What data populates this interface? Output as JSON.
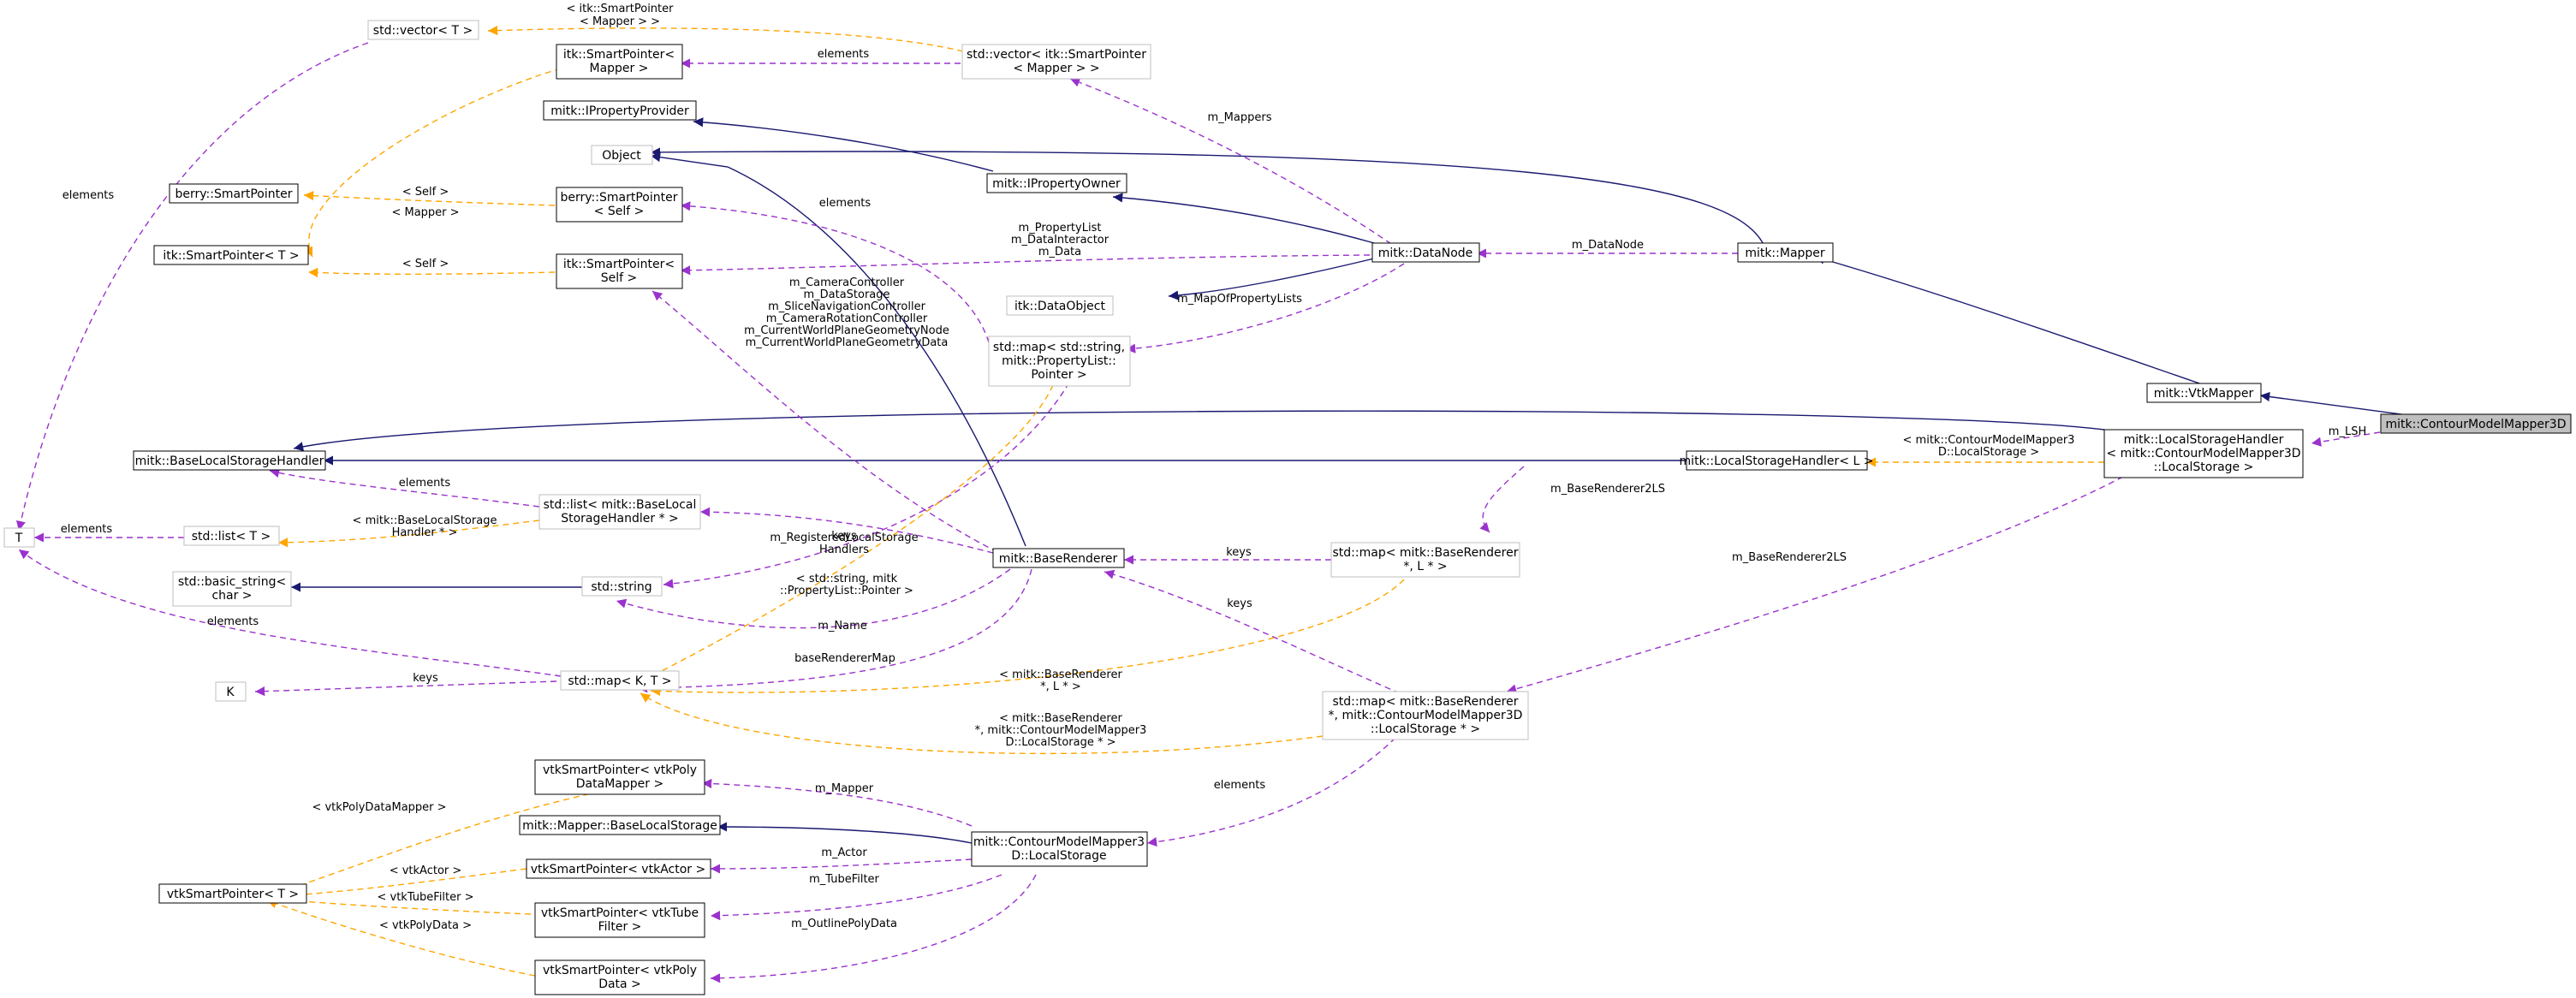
{
  "colors": {
    "inheritance": "#191970",
    "usage": "#9a32cd",
    "template": "#ffa500",
    "node_border": "#000000",
    "node_border_light": "#bfbfbf",
    "highlight_fill": "#bfbfbf"
  },
  "nodes": {
    "contour_model_mapper_3d": "mitk::ContourModelMapper3D",
    "vtk_mapper": "mitk::VtkMapper",
    "mapper": "mitk::Mapper",
    "data_node": "mitk::DataNode",
    "iproperty_owner": "mitk::IPropertyOwner",
    "iproperty_provider": "mitk::IPropertyProvider",
    "object": "Object",
    "data_object": "itk::DataObject",
    "berry_smart_pointer": "berry::SmartPointer",
    "berry_smart_pointer_self": [
      "berry::SmartPointer",
      "< Self >"
    ],
    "itk_smart_pointer_t": "itk::SmartPointer< T >",
    "itk_smart_pointer_self": [
      "itk::SmartPointer<",
      "Self >"
    ],
    "itk_smart_pointer_mapper": [
      "itk::SmartPointer<",
      "Mapper >"
    ],
    "std_vector_t": "std::vector< T >",
    "std_vector_smartpointer": [
      "std::vector< itk::SmartPointer",
      "< Mapper > >"
    ],
    "std_map_property_list": [
      "std::map< std::string,",
      "mitk::PropertyList::",
      "Pointer >"
    ],
    "base_local_storage_handler": "mitk::BaseLocalStorageHandler",
    "local_storage_handler_l": "mitk::LocalStorageHandler< L >",
    "local_storage_handler_contour": [
      "mitk::LocalStorageHandler",
      "< mitk::ContourModelMapper3D",
      "::LocalStorage >"
    ],
    "t": "T",
    "std_list_t": "std::list< T >",
    "std_list_base_local": [
      "std::list< mitk::BaseLocal",
      "StorageHandler * >"
    ],
    "std_basic_string": [
      "std::basic_string<",
      "char >"
    ],
    "std_string": "std::string",
    "base_renderer": "mitk::BaseRenderer",
    "std_map_base_renderer_l": [
      "std::map< mitk::BaseRenderer",
      "*, L * >"
    ],
    "k": "K",
    "std_map_k_t": "std::map< K, T >",
    "std_map_base_renderer_contour": [
      "std::map< mitk::BaseRenderer",
      "*, mitk::ContourModelMapper3D",
      "::LocalStorage * >"
    ],
    "vtk_smart_pointer_poly_data_mapper": [
      "vtkSmartPointer< vtkPoly",
      "DataMapper >"
    ],
    "mapper_base_local_storage": "mitk::Mapper::BaseLocalStorage",
    "vtk_smart_pointer_actor": "vtkSmartPointer< vtkActor >",
    "vtk_smart_pointer_tube_filter": [
      "vtkSmartPointer< vtkTube",
      "Filter >"
    ],
    "vtk_smart_pointer_poly_data": [
      "vtkSmartPointer< vtkPoly",
      "Data >"
    ],
    "vtk_smart_pointer_t": "vtkSmartPointer< T >",
    "contour_local_storage": [
      "mitk::ContourModelMapper3",
      "D::LocalStorage"
    ]
  },
  "edge_labels": {
    "smart_pointer_mapper_tmpl": [
      "< itk::SmartPointer",
      "< Mapper > >"
    ],
    "elements_vector": "elements",
    "m_mappers": "m_Mappers",
    "self_berry": "< Self >",
    "mapper_tmpl": "< Mapper >",
    "self_itk": "< Self >",
    "elements_berry": "elements",
    "data_node_members": [
      "m_PropertyList",
      "m_DataInteractor",
      "m_Data"
    ],
    "m_data_node": "m_DataNode",
    "renderer_members": [
      "m_CameraController",
      "m_DataStorage",
      "m_SliceNavigationController",
      "m_CameraRotationController",
      "m_CurrentWorldPlaneGeometryNode",
      "m_CurrentWorldPlaneGeometryData"
    ],
    "m_map_of_property_lists": "m_MapOfPropertyLists",
    "elements_t_vector": "elements",
    "m_lsh": "m_LSH",
    "local_storage_tmpl": [
      "< mitk::ContourModelMapper3",
      "D::LocalStorage >"
    ],
    "elements_list": "elements",
    "base_local_tmpl": [
      "< mitk::BaseLocalStorage",
      "Handler * >"
    ],
    "elements_t_list": "elements",
    "m_registered": [
      "m_RegisteredLocalStorage",
      "Handlers"
    ],
    "keys_string": "keys",
    "m_base_renderer_2ls_1": "m_BaseRenderer2LS",
    "m_base_renderer_2ls_2": "m_BaseRenderer2LS",
    "keys_renderer": "keys",
    "string_pointer_tmpl": [
      "< std::string, mitk",
      "::PropertyList::Pointer >"
    ],
    "m_name": "m_Name",
    "elements_t_map": "elements",
    "keys_k": "keys",
    "base_renderer_map": "baseRendererMap",
    "keys_renderer_2": "keys",
    "base_renderer_l_tmpl": [
      "< mitk::BaseRenderer",
      "*, L * >"
    ],
    "base_renderer_contour_tmpl": [
      "< mitk::BaseRenderer",
      "*, mitk::ContourModelMapper3",
      "D::LocalStorage * >"
    ],
    "elements_local": "elements",
    "vtk_poly_data_mapper_tmpl": "< vtkPolyDataMapper >",
    "m_mapper": "m_Mapper",
    "vtk_actor_tmpl": "< vtkActor >",
    "m_actor": "m_Actor",
    "vtk_tube_filter_tmpl": "< vtkTubeFilter >",
    "m_tube_filter": "m_TubeFilter",
    "vtk_poly_data_tmpl": "< vtkPolyData >",
    "m_outline_poly_data": "m_OutlinePolyData"
  }
}
